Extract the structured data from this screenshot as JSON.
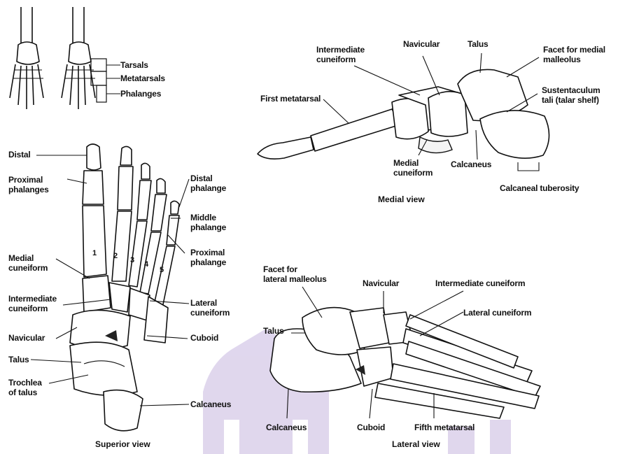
{
  "key_labels": {
    "tarsals": "Tarsals",
    "metatarsals": "Metatarsals",
    "phalanges": "Phalanges"
  },
  "superior_view": {
    "caption": "Superior view",
    "labels": {
      "distal": "Distal",
      "proximal_phalanges": "Proximal\nphalanges",
      "distal_phalange": "Distal\nphalange",
      "middle_phalange": "Middle\nphalange",
      "proximal_phalange": "Proximal\nphalange",
      "medial_cuneiform": "Medial\ncuneiform",
      "intermediate_cuneiform": "Intermediate\ncuneiform",
      "lateral_cuneiform": "Lateral\ncuneiform",
      "navicular": "Navicular",
      "cuboid": "Cuboid",
      "talus": "Talus",
      "trochlea_of_talus": "Trochlea\nof talus",
      "calcaneus": "Calcaneus"
    },
    "digit_numbers": [
      "1",
      "2",
      "3",
      "4",
      "5"
    ]
  },
  "medial_view": {
    "caption": "Medial view",
    "labels": {
      "intermediate_cuneiform": "Intermediate\ncuneiform",
      "navicular": "Navicular",
      "talus": "Talus",
      "facet_medial_malleolus": "Facet for medial\nmalleolus",
      "first_metatarsal": "First metatarsal",
      "sustentaculum_tali": "Sustentaculum\ntali (talar shelf)",
      "medial_cuneiform": "Medial\ncuneiform",
      "calcaneus": "Calcaneus",
      "calcaneal_tuberosity": "Calcaneal tuberosity"
    }
  },
  "lateral_view": {
    "caption": "Lateral view",
    "labels": {
      "facet_lateral_malleolus": "Facet for\nlateral malleolus",
      "navicular": "Navicular",
      "intermediate_cuneiform": "Intermediate cuneiform",
      "lateral_cuneiform": "Lateral cuneiform",
      "talus": "Talus",
      "calcaneus": "Calcaneus",
      "cuboid": "Cuboid",
      "fifth_metatarsal": "Fifth metatarsal"
    }
  },
  "colors": {
    "ink": "#111111",
    "bone_fill": "#ffffff",
    "watermark": "#b9a6d6"
  }
}
